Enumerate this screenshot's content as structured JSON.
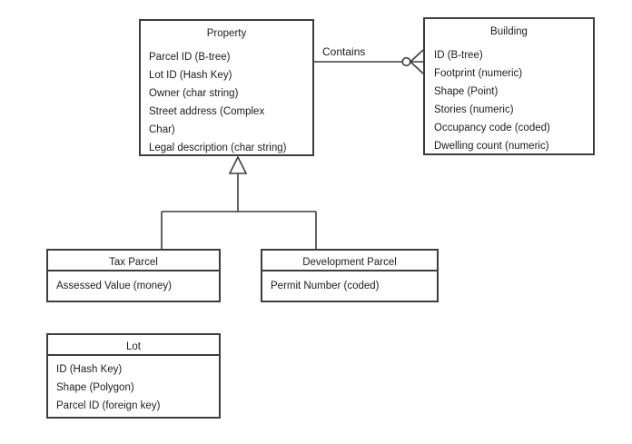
{
  "colors": {
    "border": "#3d3d3d",
    "line": "#3d3d3d",
    "text": "#1c1c1c",
    "background": "#ffffff"
  },
  "entities": {
    "property": {
      "title": "Property",
      "lines": [
        "Parcel ID (B-tree)",
        "Lot ID (Hash Key)",
        "Owner (char string)",
        "Street address (Complex",
        "Char)",
        "Legal description (char string)"
      ]
    },
    "building": {
      "title": "Building",
      "lines": [
        "ID (B-tree)",
        "Footprint (numeric)",
        "Shape (Point)",
        "Stories (numeric)",
        "Occupancy code (coded)",
        "Dwelling count (numeric)"
      ]
    },
    "tax_parcel": {
      "title": "Tax Parcel",
      "lines": [
        "Assessed Value (money)"
      ]
    },
    "development_parcel": {
      "title": "Development Parcel",
      "lines": [
        "Permit Number (coded)"
      ]
    },
    "lot": {
      "title": "Lot",
      "lines": [
        "ID (Hash Key)",
        "Shape (Polygon)",
        "Parcel ID (foreign key)"
      ]
    }
  },
  "relationship": {
    "label": "Contains",
    "from": "Property",
    "to": "Building",
    "cardinality": "zero-or-many"
  },
  "inheritance": {
    "parent": "Property",
    "children": [
      "Tax Parcel",
      "Development Parcel"
    ],
    "notation": "hollow-triangle"
  }
}
